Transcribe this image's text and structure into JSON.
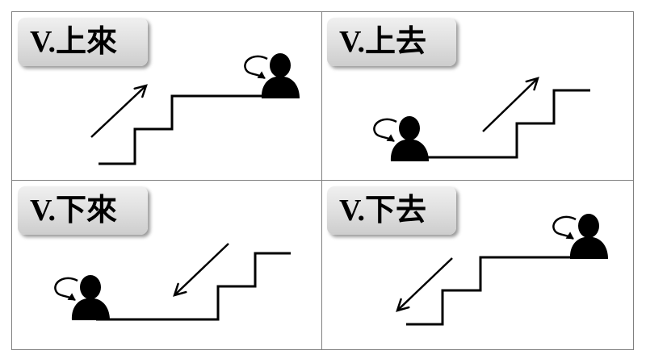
{
  "panels": [
    {
      "label": "V.上來",
      "icons": [
        "person-icon",
        "rotate-arrow-icon",
        "arrow-up-right-icon",
        "staircase-icon"
      ]
    },
    {
      "label": "V.上去",
      "icons": [
        "person-icon",
        "rotate-arrow-icon",
        "arrow-up-right-icon",
        "staircase-icon"
      ]
    },
    {
      "label": "V.下來",
      "icons": [
        "person-icon",
        "rotate-arrow-icon",
        "arrow-down-left-icon",
        "staircase-icon"
      ]
    },
    {
      "label": "V.下去",
      "icons": [
        "person-icon",
        "rotate-arrow-icon",
        "arrow-down-left-icon",
        "staircase-icon"
      ]
    }
  ],
  "colors": {
    "ink": "#000000",
    "badge": "#dcdcdc",
    "grid": "#808080",
    "background": "#ffffff"
  }
}
